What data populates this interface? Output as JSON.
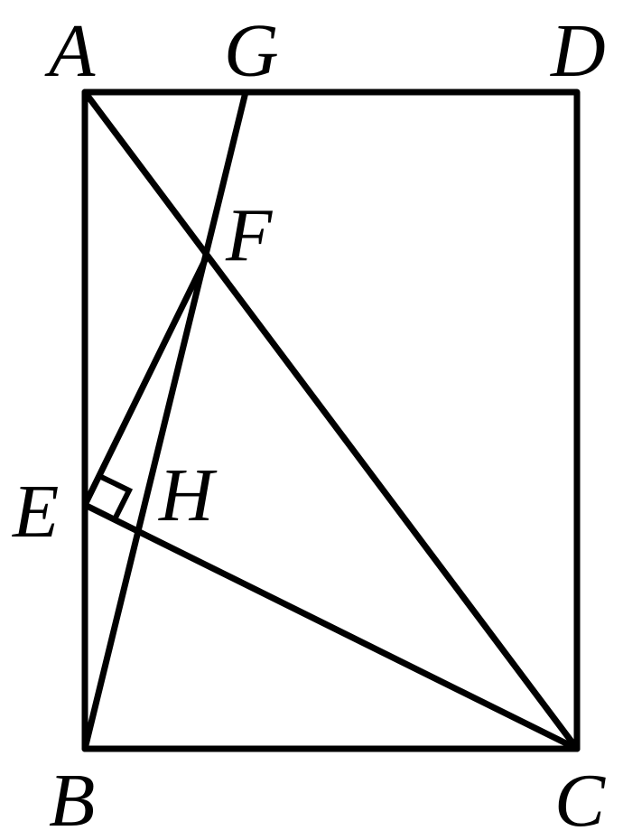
{
  "figure": {
    "labels": {
      "A": "A",
      "B": "B",
      "C": "C",
      "D": "D",
      "E": "E",
      "F": "F",
      "G": "G",
      "H": "H"
    }
  }
}
